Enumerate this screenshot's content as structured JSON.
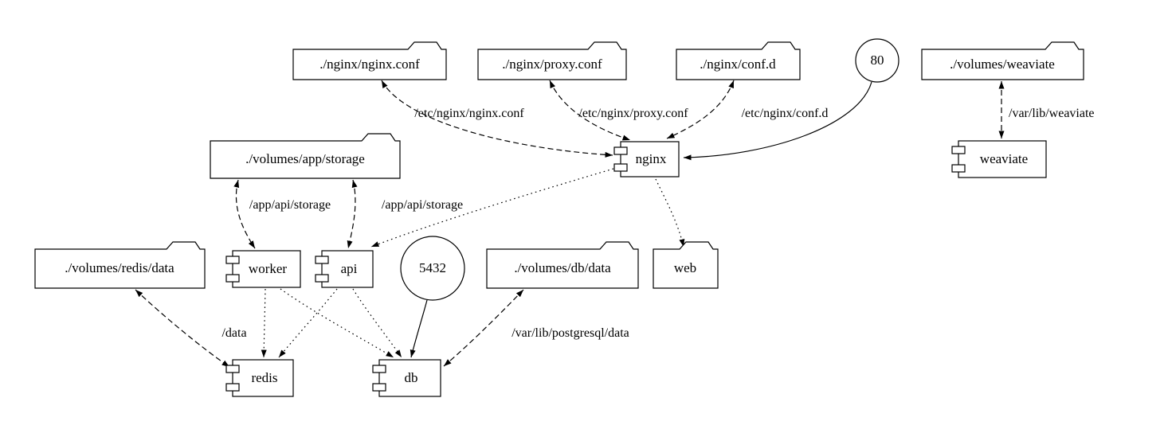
{
  "diagram": {
    "colors": {
      "background": "#ffffff",
      "stroke": "#000000"
    },
    "nodes": {
      "nginx_conf_file": {
        "label": "./nginx/nginx.conf",
        "shape": "folder"
      },
      "proxy_conf_file": {
        "label": "./nginx/proxy.conf",
        "shape": "folder"
      },
      "conf_d": {
        "label": "./nginx/conf.d",
        "shape": "folder"
      },
      "port_80": {
        "label": "80",
        "shape": "circle"
      },
      "volumes_weaviate": {
        "label": "./volumes/weaviate",
        "shape": "folder"
      },
      "volumes_app_storage": {
        "label": "./volumes/app/storage",
        "shape": "folder"
      },
      "nginx": {
        "label": "nginx",
        "shape": "component"
      },
      "weaviate": {
        "label": "weaviate",
        "shape": "component"
      },
      "volumes_redis_data": {
        "label": "./volumes/redis/data",
        "shape": "folder"
      },
      "worker": {
        "label": "worker",
        "shape": "component"
      },
      "api": {
        "label": "api",
        "shape": "component"
      },
      "port_5432": {
        "label": "5432",
        "shape": "circle"
      },
      "volumes_db_data": {
        "label": "./volumes/db/data",
        "shape": "folder"
      },
      "web": {
        "label": "web",
        "shape": "folder"
      },
      "redis": {
        "label": "redis",
        "shape": "component"
      },
      "db": {
        "label": "db",
        "shape": "component"
      }
    },
    "edges": [
      {
        "from": "./nginx/nginx.conf",
        "to": "nginx",
        "style": "dashed",
        "dir": "both",
        "label": "/etc/nginx/nginx.conf"
      },
      {
        "from": "./nginx/proxy.conf",
        "to": "nginx",
        "style": "dashed",
        "dir": "both",
        "label": "/etc/nginx/proxy.conf"
      },
      {
        "from": "./nginx/conf.d",
        "to": "nginx",
        "style": "dashed",
        "dir": "both",
        "label": "/etc/nginx/conf.d"
      },
      {
        "from": "80",
        "to": "nginx",
        "style": "solid",
        "dir": "forward",
        "label": ""
      },
      {
        "from": "./volumes/weaviate",
        "to": "weaviate",
        "style": "dashed",
        "dir": "both",
        "label": "/var/lib/weaviate"
      },
      {
        "from": "./volumes/app/storage",
        "to": "worker",
        "style": "dashed",
        "dir": "both",
        "label": "/app/api/storage"
      },
      {
        "from": "./volumes/app/storage",
        "to": "api",
        "style": "dashed",
        "dir": "both",
        "label": "/app/api/storage"
      },
      {
        "from": "nginx",
        "to": "api",
        "style": "dotted",
        "dir": "forward",
        "label": ""
      },
      {
        "from": "nginx",
        "to": "web",
        "style": "dotted",
        "dir": "forward",
        "label": ""
      },
      {
        "from": "worker",
        "to": "redis",
        "style": "dotted",
        "dir": "forward",
        "label": ""
      },
      {
        "from": "worker",
        "to": "db",
        "style": "dotted",
        "dir": "forward",
        "label": ""
      },
      {
        "from": "api",
        "to": "redis",
        "style": "dotted",
        "dir": "forward",
        "label": ""
      },
      {
        "from": "api",
        "to": "db",
        "style": "dotted",
        "dir": "forward",
        "label": ""
      },
      {
        "from": "./volumes/redis/data",
        "to": "redis",
        "style": "dashed",
        "dir": "both",
        "label": "/data"
      },
      {
        "from": "./volumes/db/data",
        "to": "db",
        "style": "dashed",
        "dir": "both",
        "label": "/var/lib/postgresql/data"
      },
      {
        "from": "5432",
        "to": "db",
        "style": "solid",
        "dir": "forward",
        "label": ""
      }
    ]
  }
}
